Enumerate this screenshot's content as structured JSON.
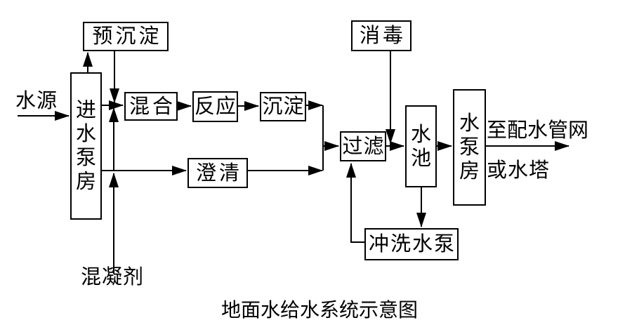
{
  "title": "地面水给水系统示意图",
  "nodes": {
    "pre_sedimentation": {
      "label": "预沉淀"
    },
    "intake_pump_house": {
      "label": "进水泵房"
    },
    "mixing": {
      "label": "混合"
    },
    "reaction": {
      "label": "反应"
    },
    "sedimentation": {
      "label": "沉淀"
    },
    "clarification": {
      "label": "澄清"
    },
    "disinfection": {
      "label": "消毒"
    },
    "filtration": {
      "label": "过滤"
    },
    "water_tank": {
      "label": "水池"
    },
    "pump_house": {
      "label": "水泵房"
    },
    "backwash_pump": {
      "label": "冲洗水泵"
    }
  },
  "labels": {
    "water_source": "水源",
    "coagulant": "混凝剂",
    "to_distribution_network": "至配水管网",
    "or_water_tower": "或水塔"
  },
  "colors": {
    "line": "#000000",
    "background": "#ffffff",
    "text": "#000000"
  }
}
